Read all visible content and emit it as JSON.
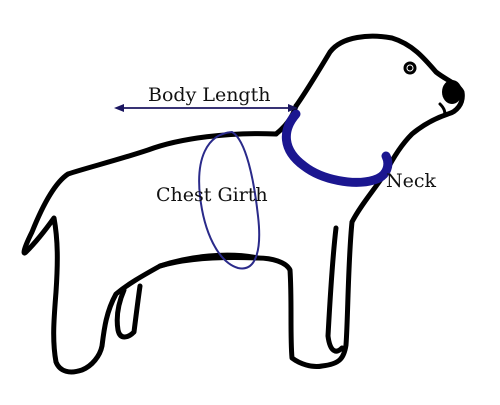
{
  "diagram": {
    "labels": {
      "body_length": "Body Length",
      "chest_girth": "Chest Girth",
      "neck": "Neck"
    },
    "colors": {
      "outline": "#000000",
      "arrow": "#1b1660",
      "girth_ring": "#2a2a8a",
      "neck_collar": "#1b1690",
      "text": "#111111",
      "background": "#ffffff"
    }
  }
}
